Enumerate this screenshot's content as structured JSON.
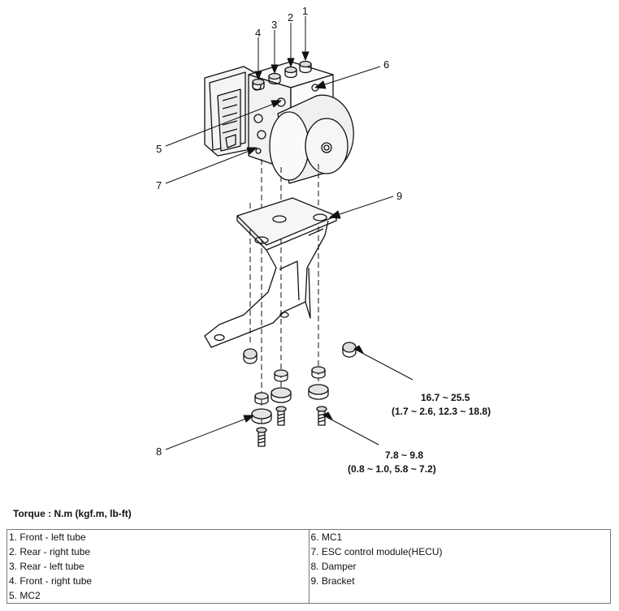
{
  "callouts": [
    "1",
    "2",
    "3",
    "4",
    "5",
    "6",
    "7",
    "8",
    "9"
  ],
  "torque_specs": {
    "upper": {
      "main": "16.7 ~ 25.5",
      "sub": "(1.7 ~ 2.6, 12.3 ~ 18.8)"
    },
    "lower": {
      "main": "7.8 ~ 9.8",
      "sub": "(0.8 ~ 1.0, 5.8 ~ 7.2)"
    }
  },
  "torque_note": "Torque : N.m (kgf.m, lb-ft)",
  "legend": {
    "left": [
      "1. Front - left tube",
      "2. Rear - right tube",
      "3. Rear - left tube",
      "4. Front - right tube",
      "5. MC2"
    ],
    "right": [
      "6. MC1",
      "7. ESC control module(HECU)",
      "8. Damper",
      "9. Bracket"
    ]
  }
}
